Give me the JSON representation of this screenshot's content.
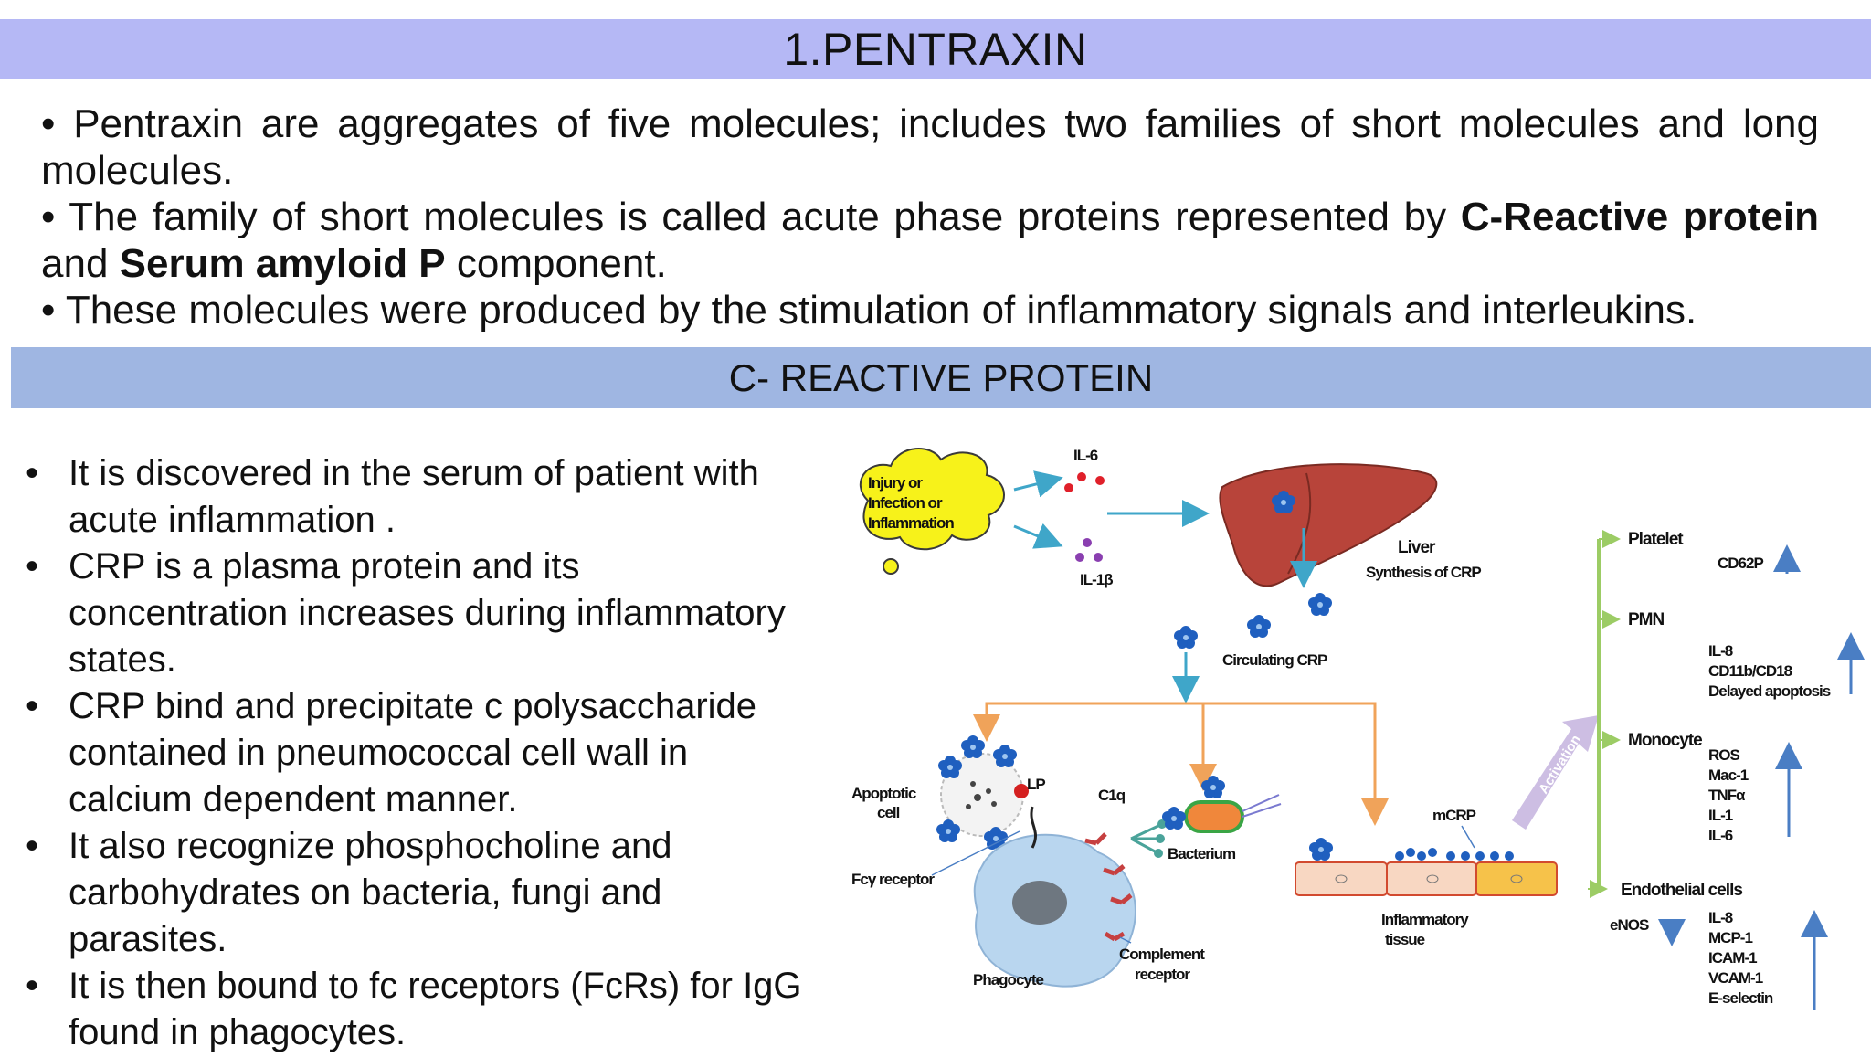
{
  "title": "1.PENTRAXIN",
  "intro": [
    {
      "parts": [
        {
          "text": "• Pentraxin are aggregates of five molecules; includes two families of short molecules and long molecules.",
          "bold": false
        }
      ]
    },
    {
      "parts": [
        {
          "text": "• The family of short molecules is called acute phase proteins represented by ",
          "bold": false
        },
        {
          "text": "C-Reactive protein",
          "bold": true
        },
        {
          "text": " and ",
          "bold": false
        },
        {
          "text": "Serum amyloid P",
          "bold": true
        },
        {
          "text": " component.",
          "bold": false
        }
      ]
    },
    {
      "parts": [
        {
          "text": "• These molecules were produced by the stimulation of inflammatory signals and interleukins.",
          "bold": false
        }
      ]
    }
  ],
  "section_title": "C- REACTIVE PROTEIN",
  "bullets": [
    [
      "It is discovered in the serum of patient with",
      "acute inflammation ."
    ],
    [
      "CRP is a plasma protein and its",
      "concentration increases during inflammatory",
      "states."
    ],
    [
      "CRP bind and precipitate c polysaccharide",
      "contained in pneumococcal cell wall in",
      "calcium dependent manner."
    ],
    [
      "It also recognize phosphocholine and",
      "carbohydrates on bacteria, fungi and",
      "parasites."
    ],
    [
      "It is then bound to fc receptors (FcRs) for IgG",
      "found in phagocytes."
    ]
  ],
  "diagram": {
    "cloud": [
      "Injury or",
      "Infection or",
      "Inflammation"
    ],
    "il6": "IL-6",
    "il1b": "IL-1β",
    "liver": "Liver",
    "liver_sub": "Synthesis of CRP",
    "circulating": "Circulating CRP",
    "apoptotic": [
      "Apoptotic",
      "cell"
    ],
    "lp": "LP",
    "c1q": "C1q",
    "bacterium": "Bacterium",
    "fcy": "Fcγ receptor",
    "phagocyte": "Phagocyte",
    "complement": [
      "Complement",
      "receptor"
    ],
    "mcrp": "mCRP",
    "inflamed": [
      "Inflammatory",
      "tissue"
    ],
    "activation": "Activation",
    "platelet": "Platelet",
    "cd62p": "CD62P",
    "pmn": "PMN",
    "pmn_items": [
      "IL-8",
      "CD11b/CD18",
      "Delayed apoptosis"
    ],
    "monocyte": "Monocyte",
    "mono_items": [
      "ROS",
      "Mac-1",
      "TNFα",
      "IL-1",
      "IL-6"
    ],
    "endothelial": "Endothelial cells",
    "enos": "eNOS",
    "endo_items": [
      "IL-8",
      "MCP-1",
      "ICAM-1",
      "VCAM-1",
      "E-selectin"
    ],
    "colors": {
      "title_bg": "#b5b8f5",
      "section_bg": "#9fb6e2",
      "crp_blue": "#1f5fbf",
      "arrow_cyan": "#3fa6c9",
      "arrow_orange": "#f0a35a",
      "green_line": "#9ccc65",
      "liver": "#b8443a"
    }
  }
}
